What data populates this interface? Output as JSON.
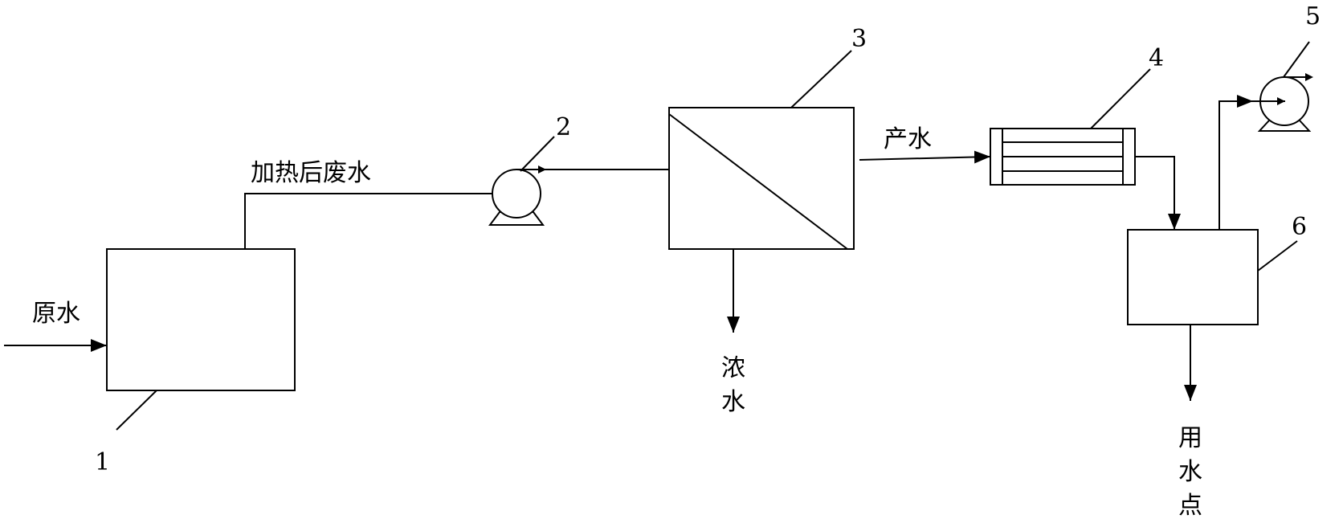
{
  "labels": {
    "raw_water": "原水",
    "heated_wastewater": "加热后废水",
    "concentrate_1": "浓",
    "concentrate_2": "水",
    "product_water": "产水",
    "use_point_1": "用",
    "use_point_2": "水",
    "use_point_3": "点"
  },
  "numbers": {
    "n1": "1",
    "n2": "2",
    "n3": "3",
    "n4": "4",
    "n5": "5",
    "n6": "6"
  }
}
